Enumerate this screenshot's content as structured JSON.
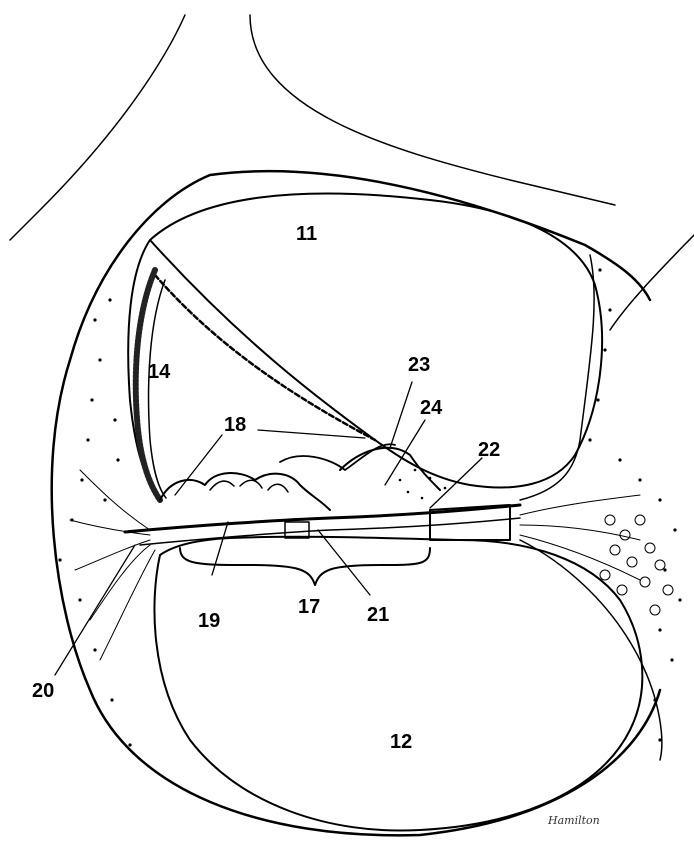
{
  "diagram": {
    "labels": {
      "l11": "11",
      "l12": "12",
      "l14": "14",
      "l17": "17",
      "l18": "18",
      "l19": "19",
      "l20": "20",
      "l21": "21",
      "l22": "22",
      "l23": "23",
      "l24": "24"
    },
    "signature": "Hamilton",
    "colors": {
      "ink": "#000000",
      "background": "#ffffff"
    }
  }
}
